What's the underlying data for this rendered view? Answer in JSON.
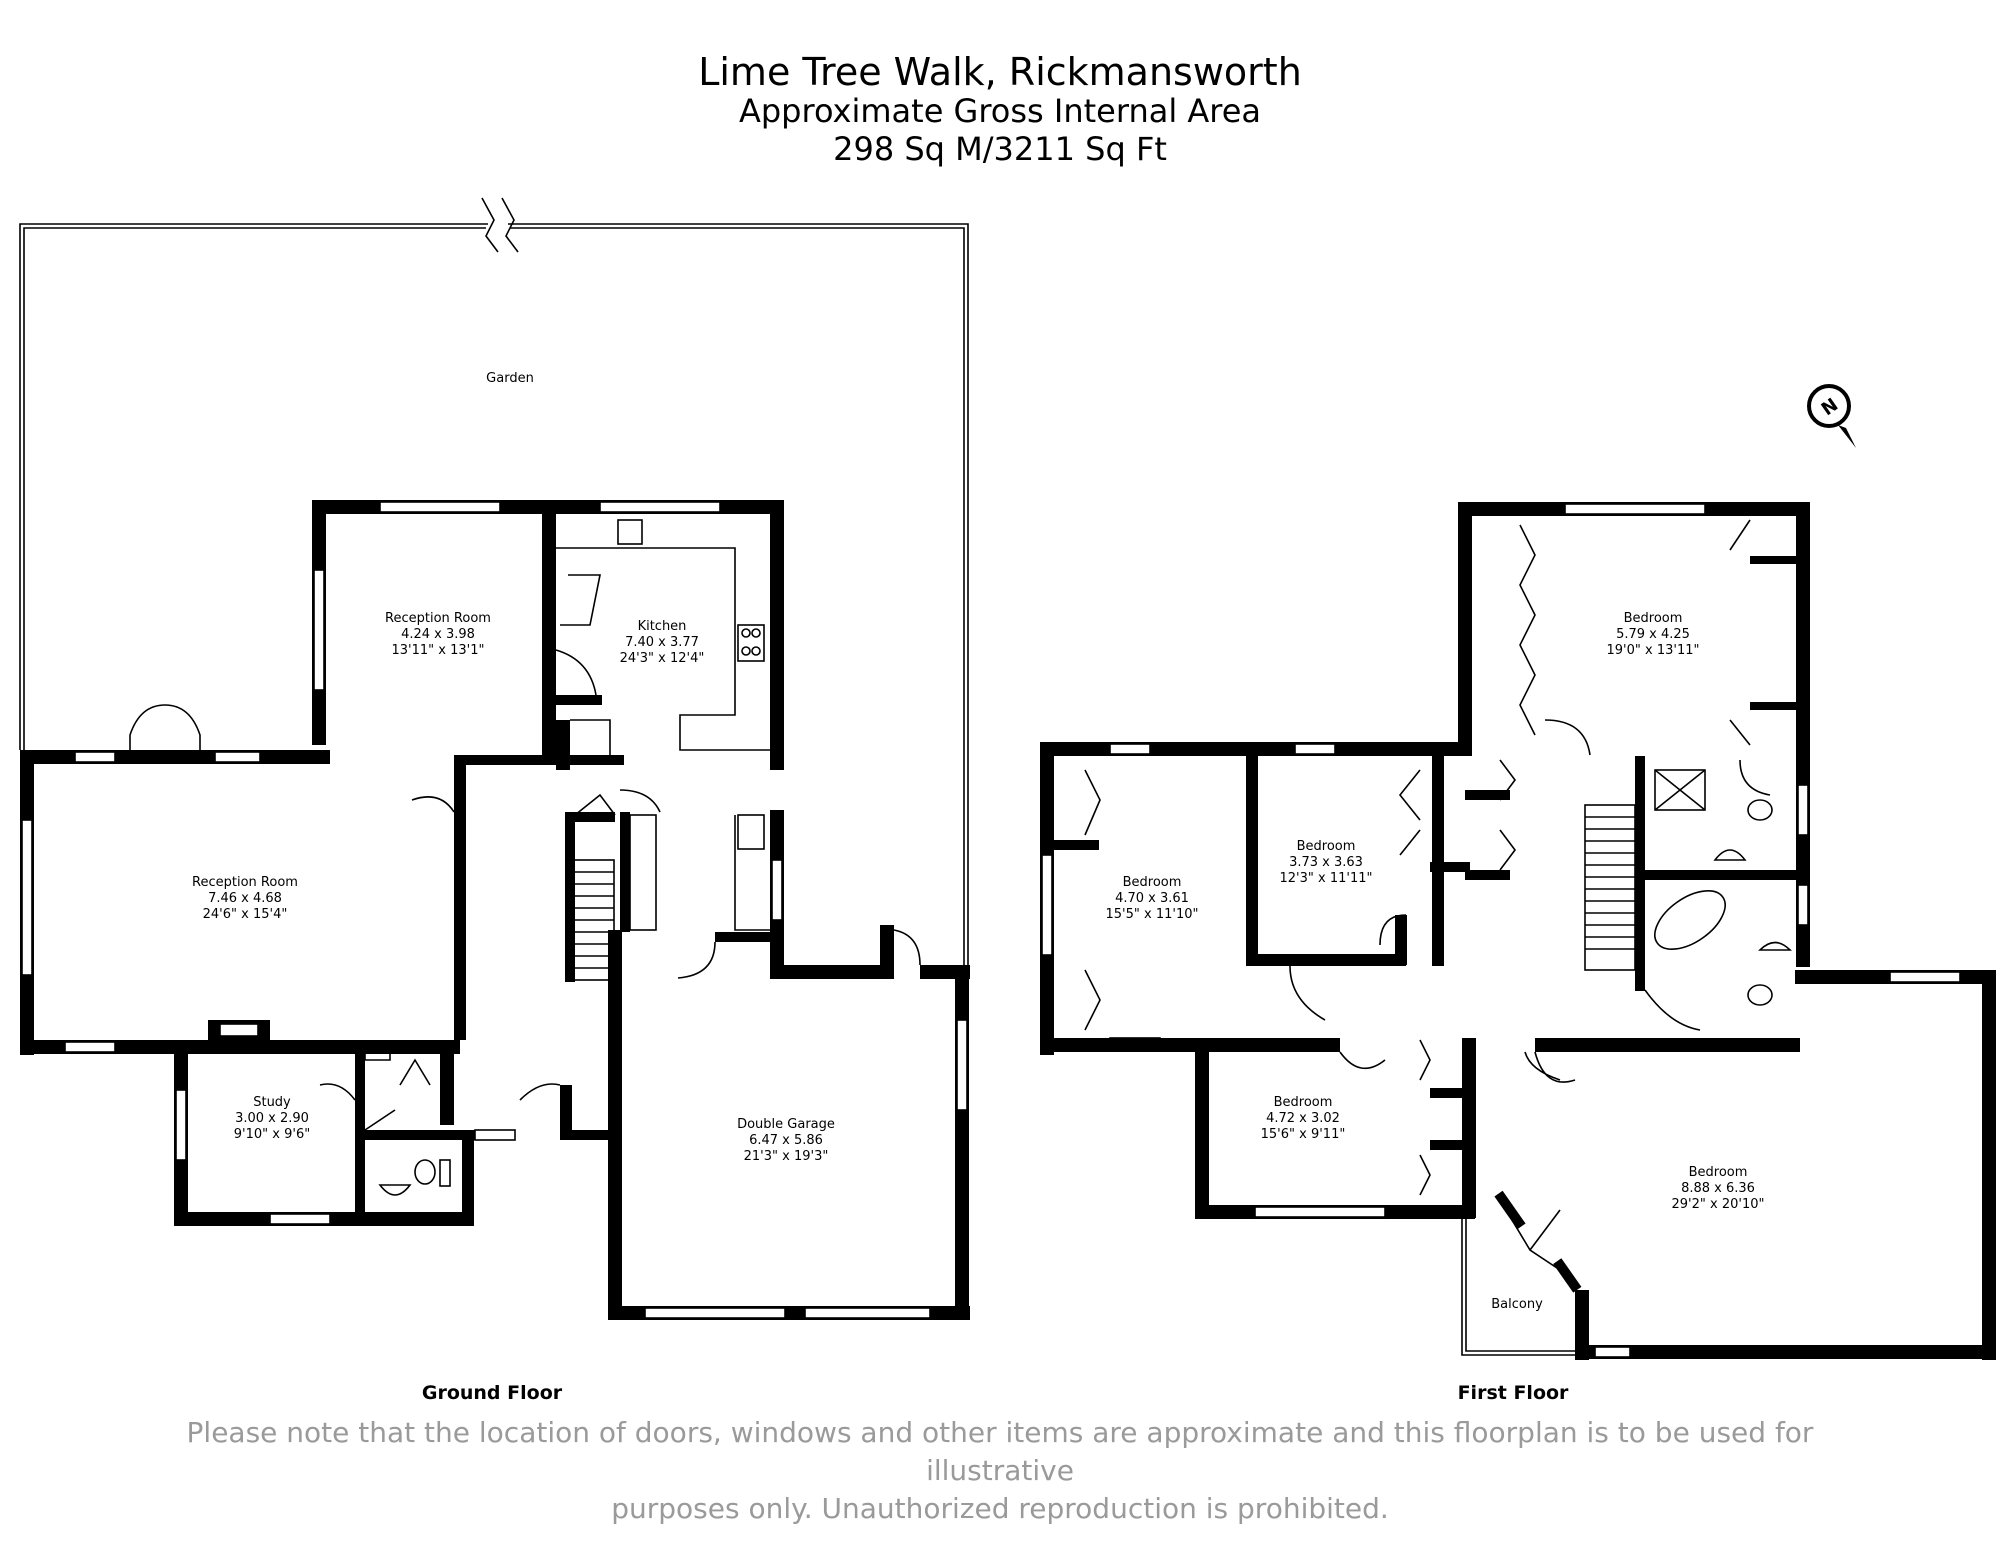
{
  "header": {
    "title": "Lime Tree Walk, Rickmansworth",
    "subtitle": "Approximate Gross Internal Area",
    "area": "298 Sq M/3211 Sq Ft"
  },
  "floors": {
    "ground": {
      "label": "Ground Floor",
      "garden": "Garden",
      "reception_room_1": {
        "name": "Reception Room",
        "metric": "4.24 x 3.98",
        "imperial": "13'11\" x 13'1\""
      },
      "kitchen": {
        "name": "Kitchen",
        "metric": "7.40 x 3.77",
        "imperial": "24'3\" x 12'4\""
      },
      "reception_room_2": {
        "name": "Reception Room",
        "metric": "7.46 x 4.68",
        "imperial": "24'6\" x 15'4\""
      },
      "study": {
        "name": "Study",
        "metric": "3.00 x 2.90",
        "imperial": "9'10\" x 9'6\""
      },
      "double_garage": {
        "name": "Double Garage",
        "metric": "6.47 x 5.86",
        "imperial": "21'3\" x 19'3\""
      }
    },
    "first": {
      "label": "First Floor",
      "bedroom_1": {
        "name": "Bedroom",
        "metric": "5.79 x 4.25",
        "imperial": "19'0\" x 13'11\""
      },
      "bedroom_2": {
        "name": "Bedroom",
        "metric": "3.73 x 3.63",
        "imperial": "12'3\" x 11'11\""
      },
      "bedroom_3": {
        "name": "Bedroom",
        "metric": "4.70 x 3.61",
        "imperial": "15'5\" x 11'10\""
      },
      "bedroom_4": {
        "name": "Bedroom",
        "metric": "4.72 x 3.02",
        "imperial": "15'6\" x 9'11\""
      },
      "bedroom_5": {
        "name": "Bedroom",
        "metric": "8.88 x 6.36",
        "imperial": "29'2\" x 20'10\""
      },
      "balcony": "Balcony"
    }
  },
  "compass": {
    "letter": "N"
  },
  "disclaimer": {
    "line1": "Please note that the location of doors, windows and other items are approximate and this floorplan is to be used for illustrative",
    "line2": "purposes only. Unauthorized reproduction is prohibited."
  }
}
